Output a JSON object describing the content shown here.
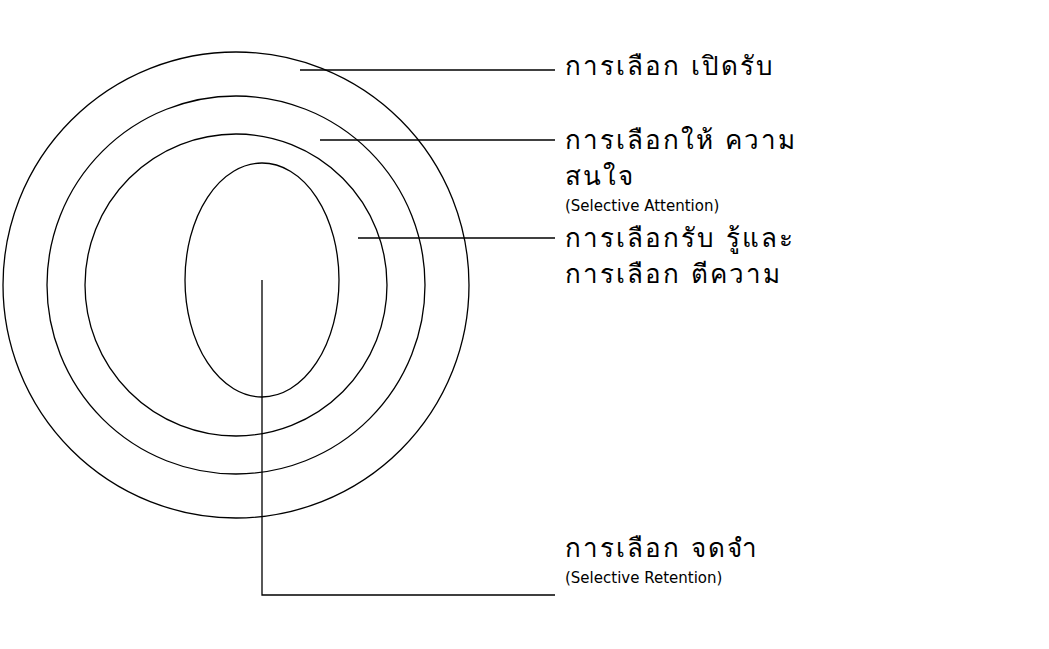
{
  "diagram": {
    "nodes": [
      {
        "text": [
          "การเลือก เปิดรับ"
        ]
      },
      {
        "text": [
          "การเลือกให้ ความสนใจ",
          "(Selective Attention)"
        ],
        "in": 0
      },
      {
        "text": [
          "การเลือกรับ รู้และการเลือก ตีความ"
        ],
        "in": 1
      },
      {
        "text": [
          "การเลือก จดจำ",
          "(Selective Retention)"
        ],
        "in": 2
      }
    ]
  }
}
